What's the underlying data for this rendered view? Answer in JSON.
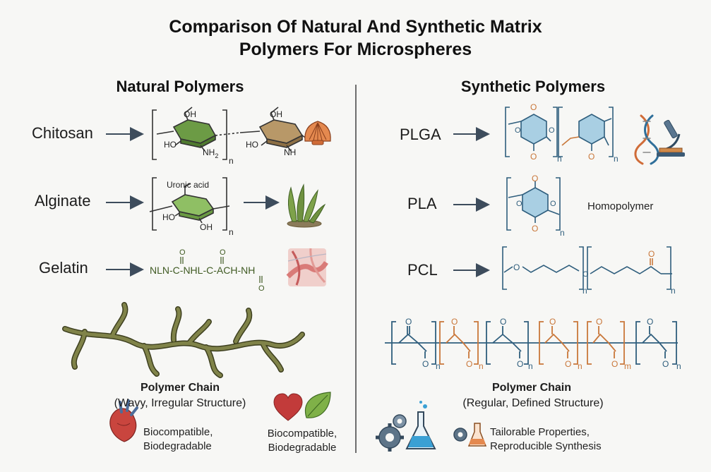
{
  "title": {
    "line1": "Comparison Of Natural And Synthetic Matrix",
    "line2": "Polymers For Microspheres"
  },
  "natural": {
    "heading": "Natural Polymers",
    "chitosan": {
      "name": "Chitosan",
      "oh": "OH",
      "ho": "HO",
      "nh2": "NH",
      "sub2": "2",
      "n": "n"
    },
    "alginate": {
      "name": "Alginate",
      "label": "Uronic acid",
      "ho": "HO",
      "oh": "OH",
      "n": "n"
    },
    "gelatin": {
      "name": "Gelatin",
      "formula": "NLN-C-NHL-C-ACH-NH",
      "o": "O"
    },
    "chain": {
      "title": "Polymer Chain",
      "subtitle": "(Wavy, Irregular Structure)"
    },
    "benefit1": {
      "line1": "Biocompatible,",
      "line2": "Biodegradable"
    },
    "benefit2": {
      "line1": "Biocompatible,",
      "line2": "Biodegradable"
    }
  },
  "synthetic": {
    "heading": "Synthetic Polymers",
    "plga": {
      "name": "PLGA",
      "o": "O",
      "n": "n"
    },
    "pla": {
      "name": "PLA",
      "o": "O",
      "n": "n",
      "note": "Homopolymer"
    },
    "pcl": {
      "name": "PCL",
      "o": "O",
      "n": "n"
    },
    "chain": {
      "title": "Polymer Chain",
      "subtitle": "(Regular, Defined Structure)",
      "o": "O",
      "n": "n",
      "m": "m"
    },
    "benefit": {
      "line1": "Tailorable Properties,",
      "line2": "Reproducible Synthesis"
    }
  },
  "colors": {
    "natural_green": "#5b8a3a",
    "brown_ring": "#a8865a",
    "synthetic_ring": "#a9cfe3",
    "synthetic_blue": "#2f5e7d",
    "synthetic_orange": "#c9773a",
    "chain_olive": "#6f7440"
  }
}
